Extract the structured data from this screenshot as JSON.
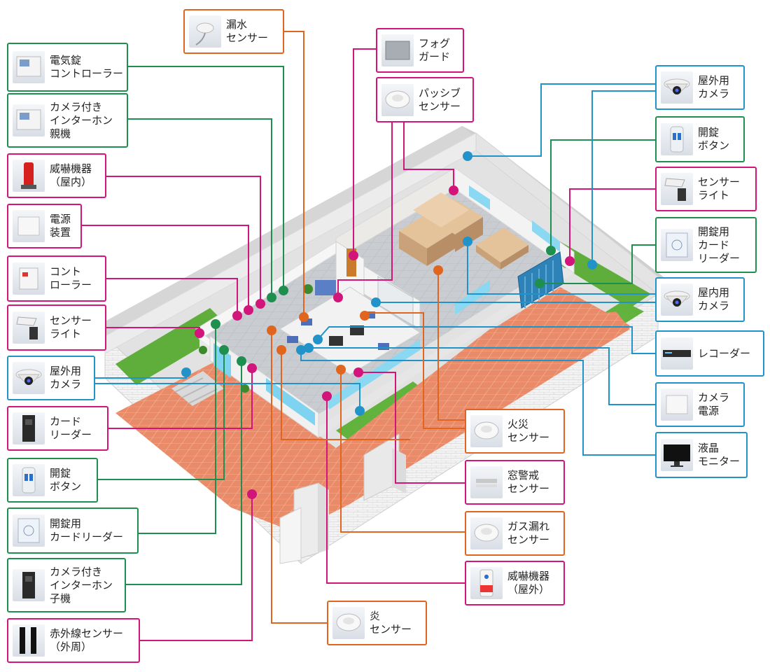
{
  "diagram": {
    "cards": [
      {
        "id": "leak",
        "text": "漏水\nセンサー",
        "color": "orange",
        "icon": "water-leak-sensor-icon"
      },
      {
        "id": "ekey",
        "text": "電気錠\nコントローラー",
        "color": "green",
        "icon": "electric-lock-controller-icon"
      },
      {
        "id": "intercom_master",
        "text": "カメラ付き\nインターホン\n親機",
        "color": "green",
        "icon": "intercom-master-icon"
      },
      {
        "id": "threat_in",
        "text": "威嚇機器\n（屋内）",
        "color": "pink",
        "icon": "siren-light-icon"
      },
      {
        "id": "power",
        "text": "電源\n装置",
        "color": "pink",
        "icon": "power-supply-icon"
      },
      {
        "id": "controller",
        "text": "コント\nローラー",
        "color": "pink",
        "icon": "alarm-controller-icon"
      },
      {
        "id": "light_l",
        "text": "センサー\nライト",
        "color": "pink",
        "icon": "sensor-light-icon"
      },
      {
        "id": "cam_out_l",
        "text": "屋外用\nカメラ",
        "color": "blue",
        "icon": "dome-camera-icon"
      },
      {
        "id": "card_l",
        "text": "カード\nリーダー",
        "color": "pink",
        "icon": "card-reader-icon"
      },
      {
        "id": "unlock_l",
        "text": "開錠\nボタン",
        "color": "green",
        "icon": "unlock-button-icon"
      },
      {
        "id": "cardreader_unlock_l",
        "text": "開錠用\nカードリーダー",
        "color": "green",
        "icon": "card-reader-panel-icon"
      },
      {
        "id": "intercom_sub",
        "text": "カメラ付き\nインターホン\n子機",
        "color": "green",
        "icon": "intercom-door-station-icon"
      },
      {
        "id": "ir",
        "text": "赤外線センサー\n（外周）",
        "color": "pink",
        "icon": "infrared-beam-sensor-icon"
      },
      {
        "id": "fog",
        "text": "フォグ\nガード",
        "color": "pink",
        "icon": "fog-guard-icon"
      },
      {
        "id": "passive",
        "text": "パッシブ\nセンサー",
        "color": "pink",
        "icon": "passive-sensor-icon"
      },
      {
        "id": "cam_out_r",
        "text": "屋外用\nカメラ",
        "color": "blue",
        "icon": "dome-camera-icon"
      },
      {
        "id": "unlock_r",
        "text": "開錠\nボタン",
        "color": "green",
        "icon": "unlock-button-icon"
      },
      {
        "id": "light_r",
        "text": "センサー\nライト",
        "color": "pink",
        "icon": "sensor-light-icon"
      },
      {
        "id": "cardreader_unlock_r",
        "text": "開錠用\nカード\nリーダー",
        "color": "green",
        "icon": "card-reader-panel-icon"
      },
      {
        "id": "cam_in",
        "text": "屋内用\nカメラ",
        "color": "blue",
        "icon": "indoor-dome-camera-icon"
      },
      {
        "id": "recorder",
        "text": "レコーダー",
        "color": "blue",
        "icon": "recorder-icon"
      },
      {
        "id": "cam_power",
        "text": "カメラ\n電源",
        "color": "blue",
        "icon": "camera-power-icon"
      },
      {
        "id": "lcd",
        "text": "液晶\nモニター",
        "color": "blue",
        "icon": "lcd-monitor-icon"
      },
      {
        "id": "fire",
        "text": "火災\nセンサー",
        "color": "orange",
        "icon": "smoke-detector-icon"
      },
      {
        "id": "window",
        "text": "窓警戒\nセンサー",
        "color": "pink",
        "icon": "window-sensor-icon"
      },
      {
        "id": "gas",
        "text": "ガス漏れ\nセンサー",
        "color": "orange",
        "icon": "gas-detector-icon"
      },
      {
        "id": "threat_out",
        "text": "威嚇機器\n（屋外）",
        "color": "pink",
        "icon": "outdoor-siren-icon"
      },
      {
        "id": "flame",
        "text": "炎\nセンサー",
        "color": "orange",
        "icon": "flame-sensor-icon"
      }
    ]
  },
  "colors": {
    "green": "#1f8f4f",
    "pink": "#d2157b",
    "blue": "#2193c9",
    "orange": "#e0651e",
    "grass": "#5fae3c",
    "tile": "#e98a68",
    "wall": "#efefef",
    "roof": "#d8d8d8"
  }
}
